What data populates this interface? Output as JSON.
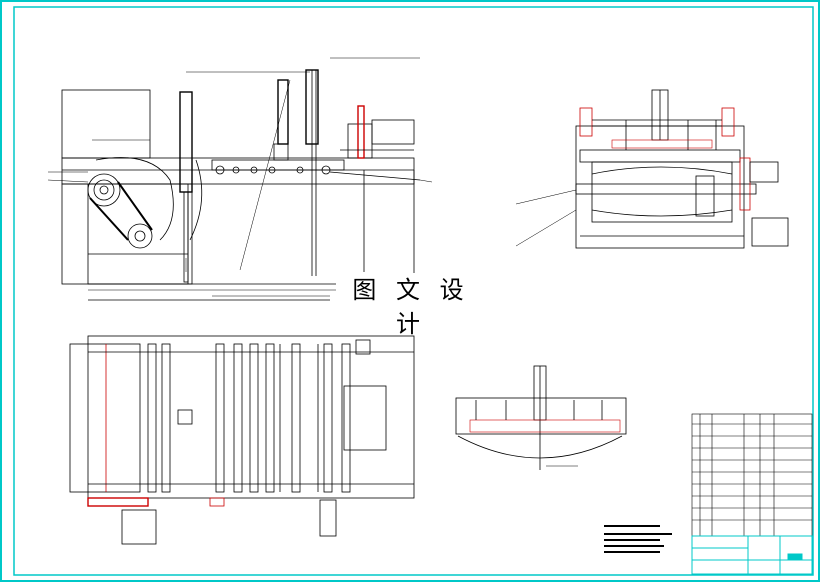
{
  "watermark": {
    "text": "图 文 设 计"
  },
  "colors": {
    "line": "#000000",
    "frame": "#00c8c8",
    "accent": "#cc0000",
    "paper": "#ffffff"
  },
  "views": [
    "front-elevation",
    "side-elevation",
    "top-plan",
    "section-view"
  ],
  "title_block": {
    "present": true
  },
  "parts_list": {
    "present": true
  }
}
